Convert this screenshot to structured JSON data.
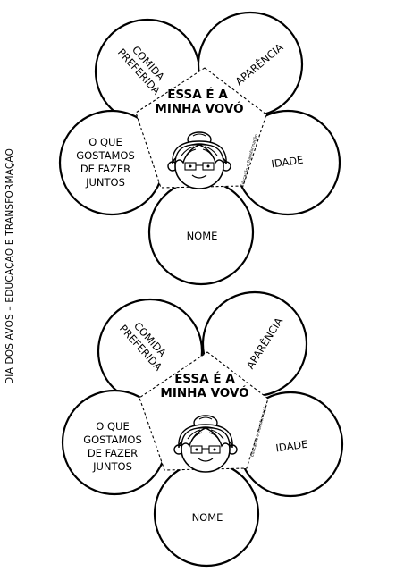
{
  "side_caption": "DIA DOS AVÓS – EDUCAÇÃO E TRANSFORMAÇÃO",
  "flowers": [
    {
      "title_line1": "ESSA É A",
      "title_line2": "MINHA VOVÓ",
      "watermark": "Educação e Transformação",
      "petal_top_left": [
        "COMIDA",
        "PREFERIDA"
      ],
      "petal_top_right": "APARÊNCIA",
      "petal_left": [
        "O QUE",
        "GOSTAMOS",
        "DE FAZER",
        "JUNTOS"
      ],
      "petal_right": "IDADE",
      "petal_bottom": "NOME"
    },
    {
      "title_line1": "ESSA É A",
      "title_line2": "MINHA VOVÓ",
      "watermark": "Educação e Transformação",
      "petal_top_left": [
        "COMIDA",
        "PREFERIDA"
      ],
      "petal_top_right": "APARÊNCIA",
      "petal_left": [
        "O QUE",
        "GOSTAMOS",
        "DE FAZER",
        "JUNTOS"
      ],
      "petal_right": "IDADE",
      "petal_bottom": "NOME"
    }
  ]
}
